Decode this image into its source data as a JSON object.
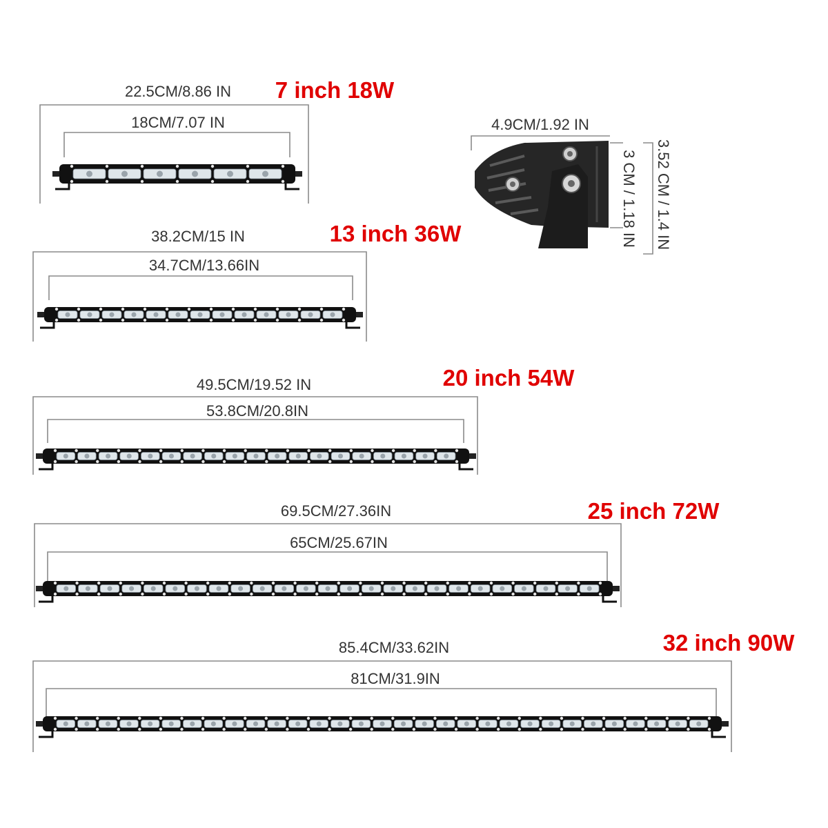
{
  "colors": {
    "title": "#e00000",
    "label": "#333333",
    "bar": "#111111",
    "led": "#dfe6ea"
  },
  "bars": [
    {
      "title": "7 inch 18W",
      "outer": "22.5CM/8.86 IN",
      "inner": "18CM/7.07 IN"
    },
    {
      "title": "13 inch 36W",
      "outer": "38.2CM/15 IN",
      "inner": "34.7CM/13.66IN"
    },
    {
      "title": "20 inch 54W",
      "outer": "49.5CM/19.52 IN",
      "inner": "53.8CM/20.8IN"
    },
    {
      "title": "25 inch 72W",
      "outer": "69.5CM/27.36IN",
      "inner": "65CM/25.67IN"
    },
    {
      "title": "32 inch 90W",
      "outer": "85.4CM/33.62IN",
      "inner": "81CM/31.9IN"
    }
  ],
  "side_view": {
    "width": "4.9CM/1.92 IN",
    "height_inner": "3 CM / 1.18 IN",
    "height_outer": "3.52 CM / 1.4 IN"
  }
}
